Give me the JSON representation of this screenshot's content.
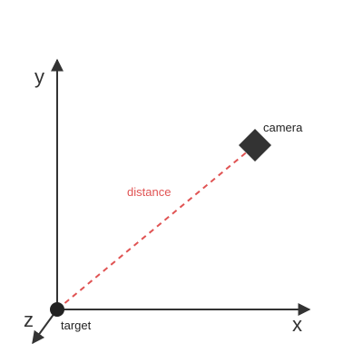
{
  "labels": {
    "x_axis": "x",
    "y_axis": "y",
    "z_axis": "z",
    "target": "target",
    "camera": "camera",
    "distance": "distance"
  },
  "colors": {
    "axis": "#333333",
    "distance_line": "#e05353",
    "camera_marker": "#333333",
    "target_marker": "#222222"
  },
  "icons": {
    "camera_marker": "diamond-marker-icon",
    "target_marker": "circle-marker-icon"
  }
}
